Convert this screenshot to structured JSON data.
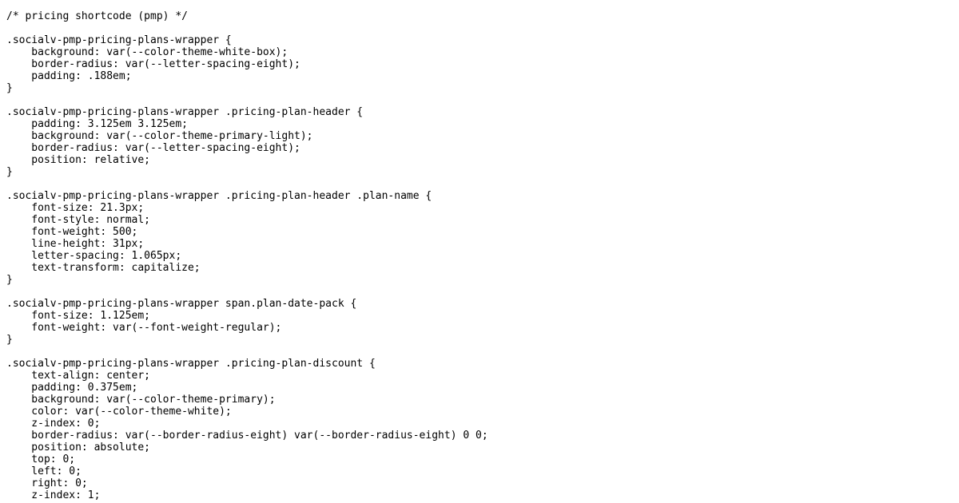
{
  "document": {
    "lines": [
      "/* pricing shortcode (pmp) */",
      "",
      ".socialv-pmp-pricing-plans-wrapper {",
      "    background: var(--color-theme-white-box);",
      "    border-radius: var(--letter-spacing-eight);",
      "    padding: .188em;",
      "}",
      "",
      ".socialv-pmp-pricing-plans-wrapper .pricing-plan-header {",
      "    padding: 3.125em 3.125em;",
      "    background: var(--color-theme-primary-light);",
      "    border-radius: var(--letter-spacing-eight);",
      "    position: relative;",
      "}",
      "",
      ".socialv-pmp-pricing-plans-wrapper .pricing-plan-header .plan-name {",
      "    font-size: 21.3px;",
      "    font-style: normal;",
      "    font-weight: 500;",
      "    line-height: 31px;",
      "    letter-spacing: 1.065px;",
      "    text-transform: capitalize;",
      "}",
      "",
      ".socialv-pmp-pricing-plans-wrapper span.plan-date-pack {",
      "    font-size: 1.125em;",
      "    font-weight: var(--font-weight-regular);",
      "}",
      "",
      ".socialv-pmp-pricing-plans-wrapper .pricing-plan-discount {",
      "    text-align: center;",
      "    padding: 0.375em;",
      "    background: var(--color-theme-primary);",
      "    color: var(--color-theme-white);",
      "    z-index: 0;",
      "    border-radius: var(--border-radius-eight) var(--border-radius-eight) 0 0;",
      "    position: absolute;",
      "    top: 0;",
      "    left: 0;",
      "    right: 0;",
      "    z-index: 1;"
    ]
  }
}
